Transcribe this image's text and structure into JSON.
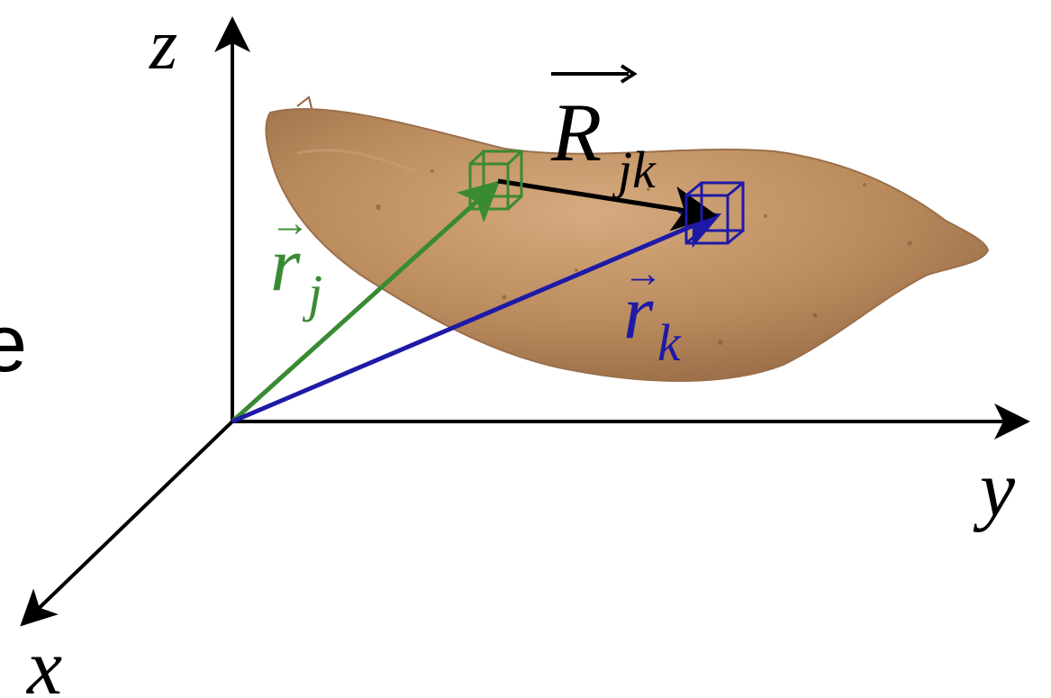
{
  "axes": {
    "x_label": "x",
    "y_label": "y",
    "z_label": "z"
  },
  "vectors": {
    "r_j": {
      "letter": "r",
      "subscript": "j",
      "arrow": "→",
      "color": "#3a8a34"
    },
    "r_k": {
      "letter": "r",
      "subscript": "k",
      "arrow": "→",
      "color": "#1f1aa6"
    },
    "R_jk": {
      "letter": "R",
      "subscript": "jk",
      "arrow": "⟶",
      "color": "#000000"
    }
  },
  "edge_fragment": "e",
  "colors": {
    "axis": "#000000",
    "potato_body": "#b98a5c",
    "potato_shadow": "#8e6240",
    "potato_highlight": "#d2a77a"
  }
}
